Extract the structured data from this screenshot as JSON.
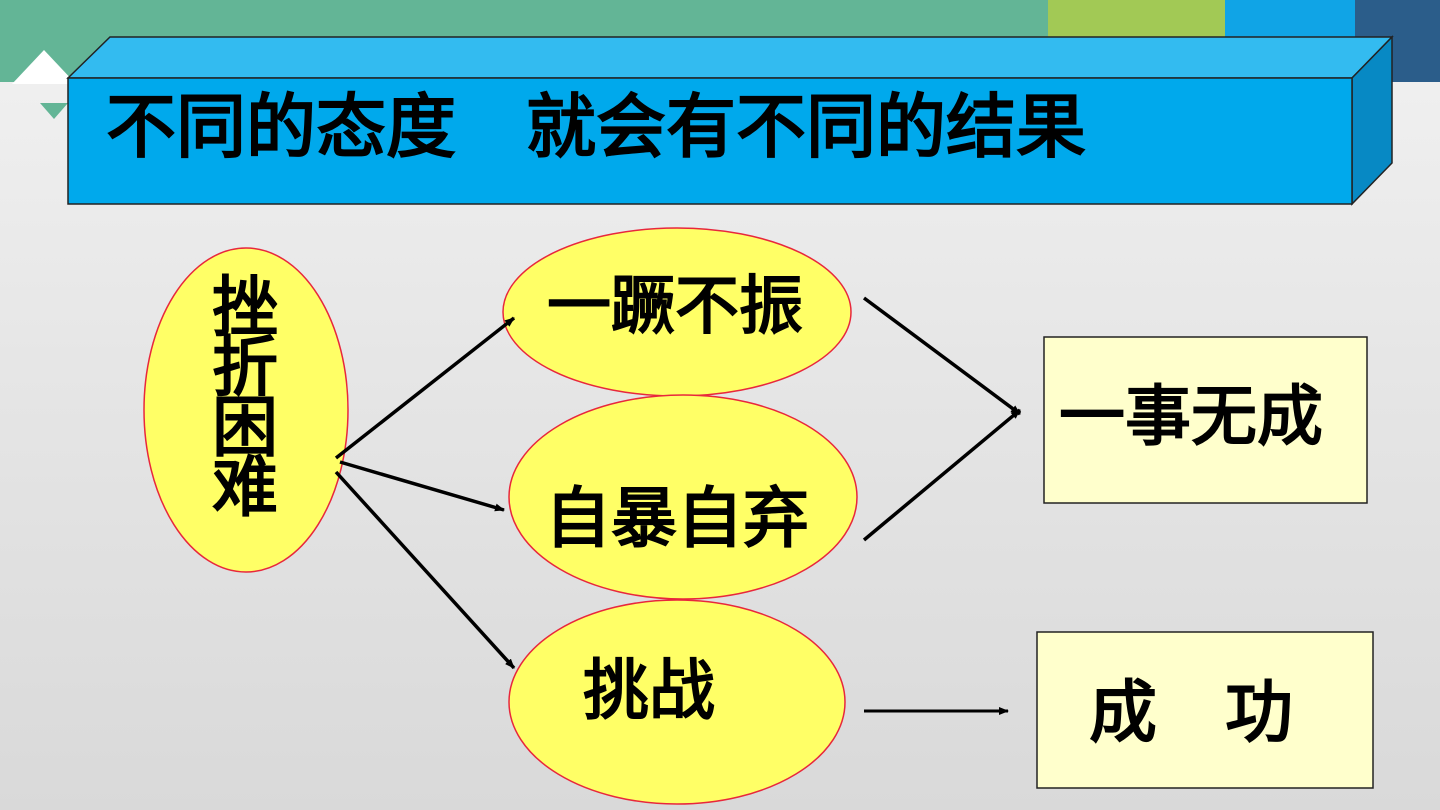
{
  "title": "不同的态度　就会有不同的结果",
  "colors": {
    "title_front": "#00a9ec",
    "title_top": "#33bbf0",
    "title_side": "#0789c4",
    "ellipse_fill": "#ffff66",
    "ellipse_stroke": "#e8273c",
    "box_fill": "#ffffcc"
  },
  "diagram": {
    "source": "挫折困难",
    "attitudes": [
      "一蹶不振",
      "自暴自弃",
      "挑战"
    ],
    "results": [
      "一事无成",
      "成　功"
    ]
  }
}
